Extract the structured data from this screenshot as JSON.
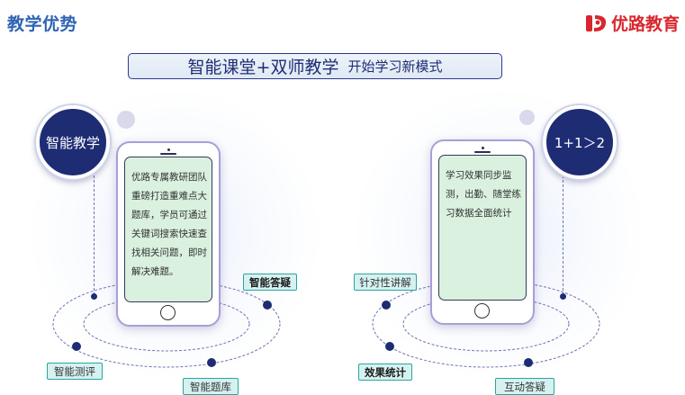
{
  "header": {
    "title": "教学优势",
    "brand": "优路教育"
  },
  "banner": {
    "main": "智能课堂+双师教学",
    "sub": "开始学习新模式"
  },
  "left": {
    "circle_label": "智能教学",
    "phone_text": "优路专属教研团队重磅打造重难点大题库，学员可通过关键词搜索快速查找相关问题，即时解决难题。",
    "tags": {
      "answer": "智能答疑",
      "test": "智能测评",
      "bank": "智能题库"
    }
  },
  "right": {
    "circle_label": "1+1＞2",
    "phone_text": "学习效果同步监测，出勤、随堂练习数据全面统计",
    "tags": {
      "lecture": "针对性讲解",
      "stats": "效果统计",
      "interactive": "互动答疑"
    }
  },
  "colors": {
    "title_blue": "#2e63b3",
    "brand_red": "#d9262e",
    "navy": "#1d2c73",
    "screen_green": "#d9f1de",
    "tag_teal": "#2aa6a1"
  }
}
